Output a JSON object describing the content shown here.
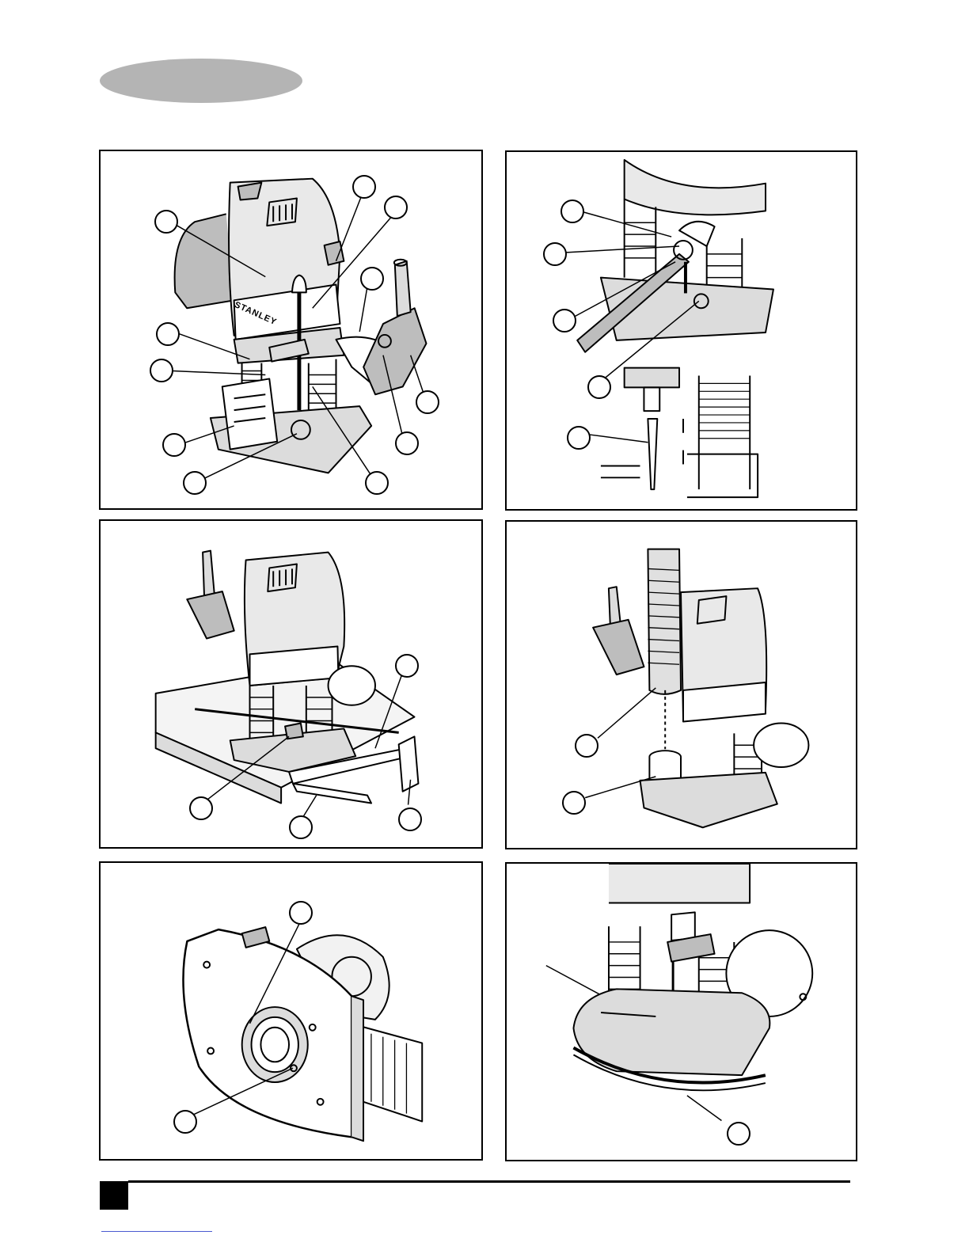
{
  "page": {
    "brand_label": "STANLEY",
    "figure_count": 6
  },
  "figures": [
    {
      "id": "A",
      "subject": "router-overview",
      "callout_count": 12
    },
    {
      "id": "B",
      "subject": "collet-and-depth-stop-detail",
      "callout_count": 5
    },
    {
      "id": "C",
      "subject": "router-with-parallel-guide",
      "callout_count": 4
    },
    {
      "id": "D",
      "subject": "router-with-dust-extraction-hose",
      "callout_count": 2
    },
    {
      "id": "E",
      "subject": "base-plate-underside-guide-bush",
      "callout_count": 2
    },
    {
      "id": "F",
      "subject": "base-with-template-guide",
      "callout_count": 1
    }
  ],
  "colors": {
    "header_oval": "#b4b4b4",
    "line_art": "#000000",
    "footer_link": "#4a5ad0"
  }
}
